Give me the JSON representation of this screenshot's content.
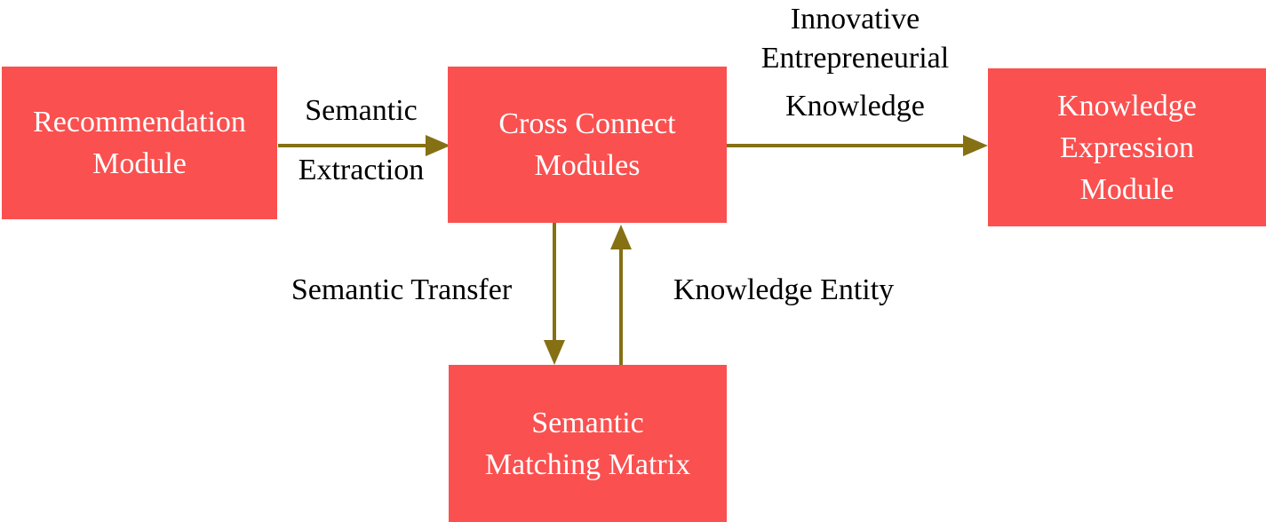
{
  "diagram": {
    "title": "Module flow diagram",
    "colors": {
      "background": "#FFFFFF",
      "box_fill": "#FA5050",
      "box_text": "#FFFFFF",
      "arrow": "#857014",
      "label_text": "#000000"
    },
    "nodes": {
      "recommendation_module": {
        "lines": [
          "Recommendation",
          "Module"
        ]
      },
      "cross_connect_modules": {
        "lines": [
          "Cross Connect",
          "Modules"
        ]
      },
      "knowledge_expression_module": {
        "lines": [
          "Knowledge",
          "Expression",
          "Module"
        ]
      },
      "semantic_matching_matrix": {
        "lines": [
          "Semantic",
          "Matching Matrix"
        ]
      }
    },
    "edges": {
      "semantic_extraction": {
        "from": "Recommendation Module",
        "to": "Cross Connect Modules",
        "direction": "right",
        "lines": [
          "Semantic",
          "Extraction"
        ]
      },
      "innovative_entrepreneurial_knowledge": {
        "from": "Cross Connect Modules",
        "to": "Knowledge Expression Module",
        "direction": "right",
        "lines": [
          "Innovative",
          "Entrepreneurial",
          "Knowledge"
        ]
      },
      "semantic_transfer": {
        "from": "Cross Connect Modules",
        "to": "Semantic Matching Matrix",
        "direction": "down",
        "label": "Semantic Transfer"
      },
      "knowledge_entity": {
        "from": "Semantic Matching Matrix",
        "to": "Cross Connect Modules",
        "direction": "up",
        "label": "Knowledge Entity"
      }
    }
  }
}
